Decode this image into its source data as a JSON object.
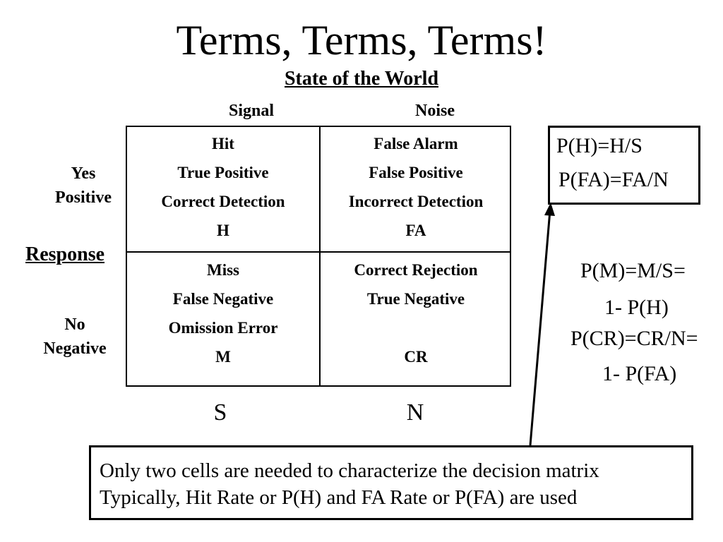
{
  "title": "Terms, Terms, Terms!",
  "subtitle": "State of the World",
  "columns": {
    "signal": "Signal",
    "noise": "Noise"
  },
  "rows": {
    "yes": [
      "Yes",
      "Positive"
    ],
    "no": [
      "No",
      "Negative"
    ],
    "response": "Response"
  },
  "cells": {
    "hit": [
      "Hit",
      "True Positive",
      "Correct Detection",
      "H"
    ],
    "false_alarm": [
      "False Alarm",
      "False Positive",
      "Incorrect Detection",
      "FA"
    ],
    "miss": [
      "Miss",
      "False Negative",
      "Omission Error",
      "M"
    ],
    "correct_rejection": [
      "Correct Rejection",
      "True Negative",
      "",
      "CR"
    ]
  },
  "bottom": {
    "s": "S",
    "n": "N"
  },
  "formulas_box": [
    "P(H)=H/S",
    "P(FA)=FA/N"
  ],
  "formulas_side": [
    "P(M)=M/S=",
    "1- P(H)",
    "P(CR)=CR/N=",
    "1- P(FA)"
  ],
  "note": [
    "Only two cells are needed to characterize the decision matrix",
    "Typically, Hit Rate or P(H) and FA Rate or P(FA) are used"
  ]
}
